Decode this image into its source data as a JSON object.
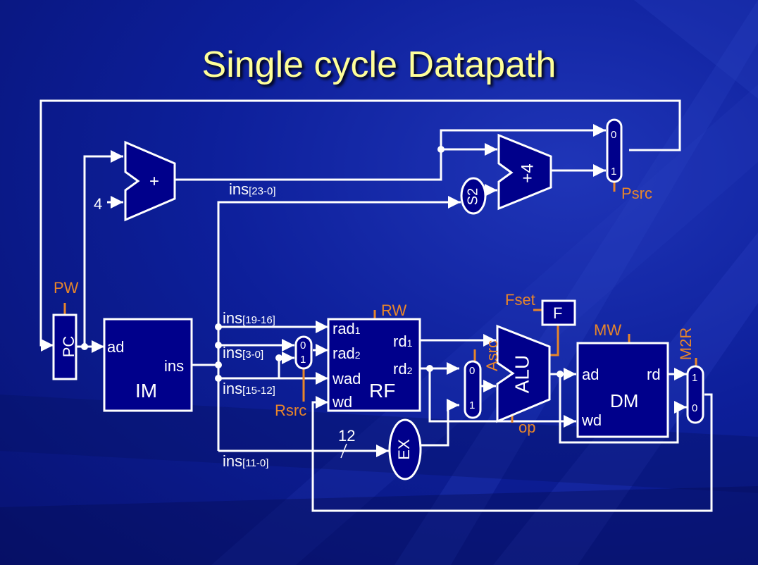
{
  "title": "Single cycle Datapath",
  "colors": {
    "wire": "#ffffff",
    "block": "#00008b",
    "control": "#e8862a",
    "title": "#ffff99"
  },
  "blocks": {
    "pc": "PC",
    "im": {
      "name": "IM",
      "ad": "ad",
      "ins": "ins"
    },
    "rf": {
      "name": "RF",
      "rad1": "rad",
      "rad1_sub": "1",
      "rad2": "rad",
      "rad2_sub": "2",
      "wad": "wad",
      "wd": "wd",
      "rd1": "rd",
      "rd1_sub": "1",
      "rd2": "rd",
      "rd2_sub": "2"
    },
    "dm": {
      "name": "DM",
      "ad": "ad",
      "wd": "wd",
      "rd": "rd"
    },
    "alu": "ALU",
    "adder1": "+",
    "adder2": "+4",
    "shift": "S2",
    "extend": "EX",
    "flags": "F",
    "const_four": "4",
    "width_twelve": "12"
  },
  "mux_inputs": {
    "zero": "0",
    "one": "1"
  },
  "buses": {
    "ins_23_0": {
      "name": "ins",
      "range": "[23-0]"
    },
    "ins_19_16": {
      "name": "ins",
      "range": "[19-16]"
    },
    "ins_3_0": {
      "name": "ins",
      "range": "[3-0]"
    },
    "ins_15_12": {
      "name": "ins",
      "range": "[15-12]"
    },
    "ins_11_0": {
      "name": "ins",
      "range": "[11-0]"
    }
  },
  "controls": {
    "pw": "PW",
    "rw": "RW",
    "rsrc": "Rsrc",
    "asrc": "Asrc",
    "fset": "Fset",
    "op": "op",
    "mw": "MW",
    "m2r": "M2R",
    "psrc": "Psrc"
  }
}
